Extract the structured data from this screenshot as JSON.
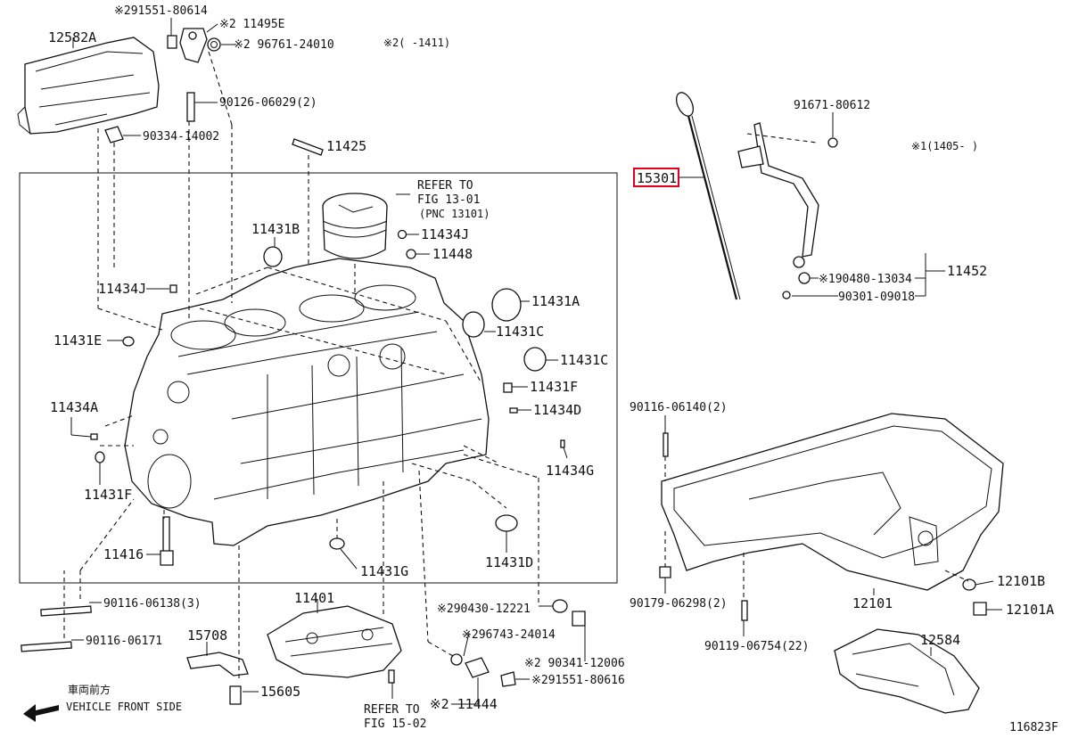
{
  "diagram": {
    "figure_number": "116823F",
    "direction": {
      "label_jp": "車両前方",
      "label_en": "VEHICLE FRONT SIDE",
      "arrow_icon": "left-arrow-icon"
    },
    "highlighted_part": "15301",
    "refers": [
      {
        "lines": [
          "REFER TO",
          "FIG 13-01",
          "(PNC 13101)"
        ]
      },
      {
        "lines": [
          "REFER TO",
          "FIG 15-02"
        ]
      }
    ],
    "notes": [
      {
        "text": "※2(     -1411)"
      },
      {
        "text": "※1(1405-     )"
      }
    ],
    "parts": [
      {
        "id": "p01",
        "label": "※291551-80614"
      },
      {
        "id": "p02",
        "label": "※2 11495E"
      },
      {
        "id": "p03",
        "label": "※2 96761-24010"
      },
      {
        "id": "p04",
        "label": "12582A"
      },
      {
        "id": "p05",
        "label": "90126-06029(2)"
      },
      {
        "id": "p06",
        "label": "90334-14002"
      },
      {
        "id": "p07",
        "label": "11425"
      },
      {
        "id": "p08",
        "label": "11431B"
      },
      {
        "id": "p09",
        "label": "11434J"
      },
      {
        "id": "p10",
        "label": "11448"
      },
      {
        "id": "p11",
        "label": "11434J"
      },
      {
        "id": "p12",
        "label": "11431A"
      },
      {
        "id": "p13",
        "label": "11431E"
      },
      {
        "id": "p14",
        "label": "11431C"
      },
      {
        "id": "p15",
        "label": "11431C"
      },
      {
        "id": "p16",
        "label": "11431F"
      },
      {
        "id": "p17",
        "label": "11434A"
      },
      {
        "id": "p18",
        "label": "11434D"
      },
      {
        "id": "p19",
        "label": "11434G"
      },
      {
        "id": "p20",
        "label": "11431F"
      },
      {
        "id": "p21",
        "label": "11416"
      },
      {
        "id": "p22",
        "label": "11431G"
      },
      {
        "id": "p23",
        "label": "11431D"
      },
      {
        "id": "p24",
        "label": "11401"
      },
      {
        "id": "p25",
        "label": "90116-06138(3)"
      },
      {
        "id": "p26",
        "label": "90116-06171"
      },
      {
        "id": "p27",
        "label": "15708"
      },
      {
        "id": "p28",
        "label": "15605"
      },
      {
        "id": "p29",
        "label": "※290430-12221"
      },
      {
        "id": "p30",
        "label": "※296743-24014"
      },
      {
        "id": "p31",
        "label": "※2 90341-12006"
      },
      {
        "id": "p32",
        "label": "※291551-80616"
      },
      {
        "id": "p33",
        "label": "※2 11444"
      },
      {
        "id": "p34",
        "label": "15301"
      },
      {
        "id": "p35",
        "label": "91671-80612"
      },
      {
        "id": "p36",
        "label": "※190480-13034"
      },
      {
        "id": "p37",
        "label": "90301-09018"
      },
      {
        "id": "p38",
        "label": "11452"
      },
      {
        "id": "p39",
        "label": "90116-06140(2)"
      },
      {
        "id": "p40",
        "label": "90179-06298(2)"
      },
      {
        "id": "p41",
        "label": "12101"
      },
      {
        "id": "p42",
        "label": "12101B"
      },
      {
        "id": "p43",
        "label": "12101A"
      },
      {
        "id": "p44",
        "label": "90119-06754(22)"
      },
      {
        "id": "p45",
        "label": "12584"
      }
    ]
  }
}
